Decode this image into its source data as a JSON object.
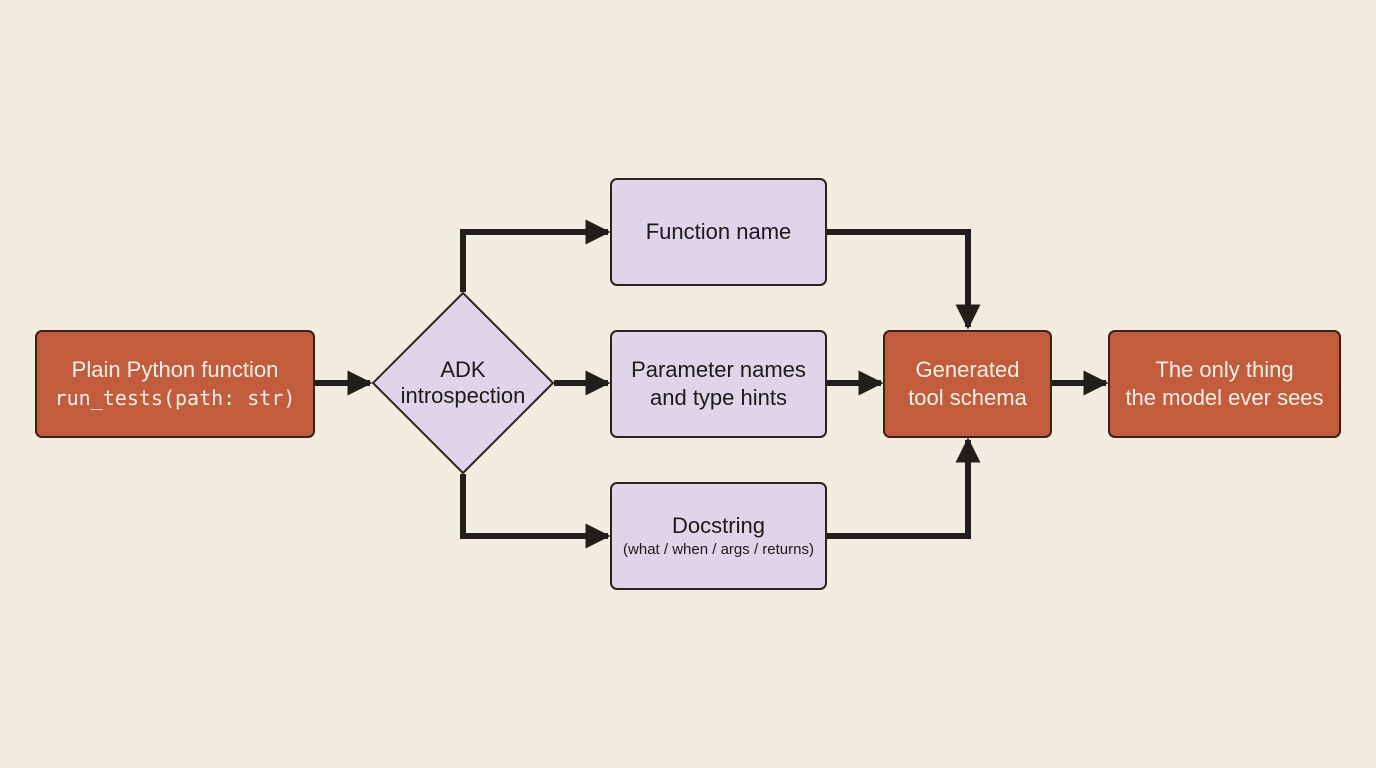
{
  "diagram": {
    "nodes": {
      "source": {
        "line1": "Plain Python function",
        "line2": "run_tests(path: str)"
      },
      "introspection": {
        "line1": "ADK",
        "line2": "introspection"
      },
      "function_name": {
        "line1": "Function name"
      },
      "parameters": {
        "line1": "Parameter names",
        "line2": "and type hints"
      },
      "docstring": {
        "line1": "Docstring",
        "line2": "(what / when / args / returns)"
      },
      "schema": {
        "line1": "Generated",
        "line2": "tool schema"
      },
      "model_view": {
        "line1": "The only thing",
        "line2": "the model ever sees"
      }
    },
    "colors": {
      "background": "#f3ede1",
      "orange_fill": "#c15d3c",
      "lavender_fill": "#e0d4ea",
      "stroke": "#2a2520"
    }
  }
}
